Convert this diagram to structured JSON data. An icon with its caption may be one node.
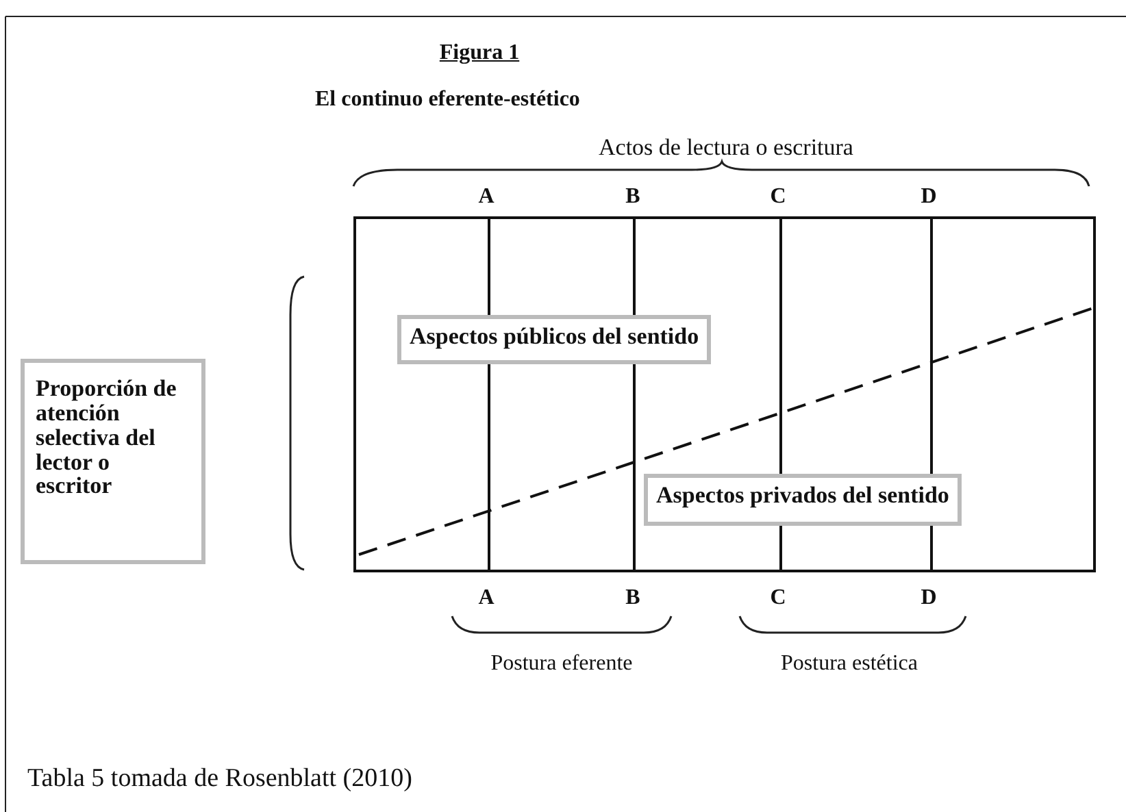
{
  "diagram": {
    "title": "Figura 1",
    "caption": "Tabla 5 tomada de Rosenblatt (2010)",
    "nodes": [
      {
        "text": [],
        "shape": "box"
      },
      {
        "text": [
          "Aspectos públicos del sentido"
        ],
        "in": 0
      },
      {
        "text": [
          "Aspectos privados del sentido"
        ],
        "in": 0
      },
      {
        "text": [
          "Proporción de atención selectiva del lector o escritor"
        ]
      }
    ],
    "edges": [],
    "labels": [
      "El continuo eferente-estético",
      "Actos de lectura o escritura",
      "A",
      "B",
      "C",
      "D",
      "A",
      "B",
      "C",
      "D",
      "Postura eferente",
      "Postura estética"
    ]
  }
}
